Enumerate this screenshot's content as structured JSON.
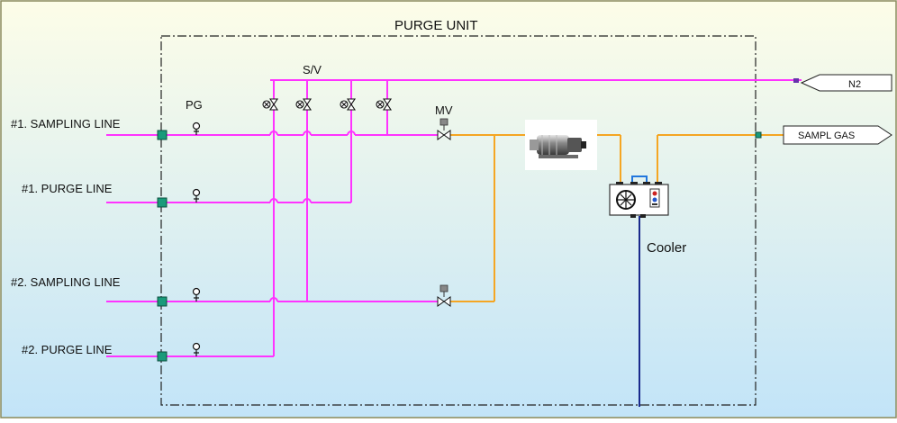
{
  "title": "PURGE UNIT",
  "labels": {
    "sampling_line_1": "#1. SAMPLING LINE",
    "purge_line_1": "#1. PURGE LINE",
    "sampling_line_2": "#2. SAMPLING LINE",
    "purge_line_2": "#2. PURGE LINE",
    "pg": "PG",
    "sv": "S/V",
    "mv": "MV",
    "cooler": "Cooler"
  },
  "outlets": {
    "n2": "N2",
    "sample_gas": "SAMPL GAS"
  },
  "colors": {
    "background_top": "#fffde8",
    "background_bottom": "#bfe4fb",
    "panel_border": "#8a8a5a",
    "n2_line": "#ff33ff",
    "sample_line": "#f5a623",
    "drain_line": "#1a2a8c",
    "fitting": "#1a9a7a"
  },
  "icons": [
    "pressure-gauge-icon",
    "solenoid-valve-icon",
    "motor-valve-icon",
    "pump-icon",
    "cooler-icon",
    "flange-icon"
  ]
}
